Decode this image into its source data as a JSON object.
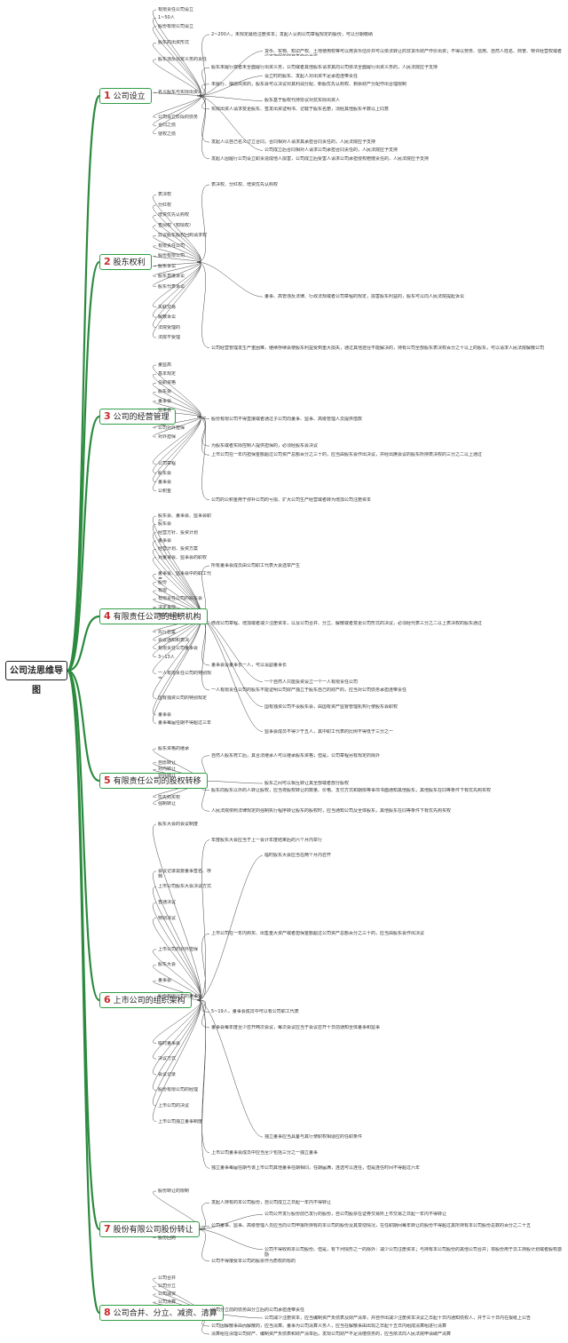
{
  "title": "公司法思维导图",
  "colors": {
    "branch_border": "#2f9e44",
    "number": "#c92a2a",
    "trunk": "#2b8a3e"
  },
  "branches": [
    {
      "num": "1",
      "label": "公司设立"
    },
    {
      "num": "2",
      "label": "股东权利"
    },
    {
      "num": "3",
      "label": "公司的经营管理"
    },
    {
      "num": "4",
      "label": "有限责任公司的组织机构"
    },
    {
      "num": "5",
      "label": "有限责任公司的股权转移"
    },
    {
      "num": "6",
      "label": "上市公司的组织架构"
    },
    {
      "num": "7",
      "label": "股份有限公司股份转让"
    },
    {
      "num": "8",
      "label": "公司合并、分立、减资、清算"
    }
  ],
  "nodes": {
    "b1": [
      "有限责任公司设立",
      "1~50人",
      "股份有限公司设立",
      "2~200人，未规定最低注册资本；发起人认购公司章程规定的股份，可以分期缴纳",
      "股东的出资形式",
      "货币、实物、知识产权、土地使用权等可以用货币估价并可以依法转让的非货币财产作价出资；不得以劳务、信用、自然人姓名、商誉、特许经营权或者设定担保的财产等作价出资",
      "股东违反出资义务的责任",
      "股东未履行或者未全面履行出资义务，公司或者其他股东请求其向公司依法全面履行出资义务的，人民法院应予支持",
      "设立时的股东、发起人对出资不足承担连带责任",
      "未履行、抽逃出资的，股东会可以决议对其利润分配、新股优先认购权、剩余财产分配作出合理限制",
      "名义股东与实际出资人",
      "股东基于股权代持协议对抗实际出资人",
      "实际出资人请求变更股东、签发出资证明书、记载于股东名册，须经其他股东半数以上同意",
      "公司设立阶段的债务",
      "合同之债",
      "侵权之债",
      "发起人以自己名义订立合同，合同相对人请求其承担合同责任的，人民法院应予支持",
      "公司成立后合同相对人请求公司承担合同责任的，人民法院应予支持",
      "发起人因履行公司设立职责造成他人损害，公司成立后受害人请求公司承担侵权赔偿责任的，人民法院应予支持"
    ],
    "b2": [
      "表决权、分红权、增资优先认购权",
      "表决权",
      "分红权",
      "增资优先认购权",
      "查阅权（知情权）",
      "异议股东股权回购请求权",
      "有限责任公司",
      "股份有限公司",
      "股东诉讼",
      "股东直接诉讼",
      "股东代表诉讼",
      "董事、高管违反法律、行政法规或者公司章程的规定，损害股东利益的，股东可以向人民法院提起诉讼",
      "关联交易",
      "解散诉讼",
      "法院受理的",
      "法院不受理",
      "公司经营管理发生严重困难，继续存续会使股东利益受到重大损失，通过其他途径不能解决的，持有公司全部股东表决权百分之十以上的股东，可以请求人民法院解散公司"
    ],
    "b3": [
      "董监高",
      "基本规定",
      "任职资格",
      "股东会",
      "董事会",
      "监事会",
      "股份有限公司不得直接或者通过子公司向董事、监事、高级管理人员提供借款",
      "公司对外担保",
      "对外担保",
      "为股东或者实际控制人提供担保的，必须经股东会决议",
      "上市公司在一年内担保金额超过公司资产总额百分之三十的，应当由股东会作出决议，并经出席会议的股东所持表决权的三分之二以上通过",
      "公司章程",
      "股东会",
      "董事会",
      "公积金",
      "公司的公积金用于弥补公司的亏损、扩大公司生产经营或者转为增加公司注册资本"
    ],
    "b4": [
      "股东会、董事会、监事会职权",
      "股东会",
      "经营方针、投资计划",
      "董事会",
      "经营计划、投资方案",
      "对董事会、监事会的职权",
      "所有董事会成员由公司职工代表大会选举产生",
      "董事会、监事会中的职工代表",
      "股份",
      "有限",
      "有限责任公司的股东会",
      "决定事项",
      "特别决议事项",
      "修改公司章程、增加或者减少注册资本，以及公司合并、分立、解散或者变更公司形式的决议，必须经代表三分之二以上表决权的股东通过",
      "先行召集",
      "会议通知和表决",
      "有限责任公司董事会",
      "3~13人",
      "董事会设董事长一人，可以设副董事长",
      "一人有限责任公司的特别规定",
      "一个自然人只能投资设立一个一人有限责任公司",
      "一人有限责任公司的股东不能证明公司财产独立于股东自己的财产的，应当对公司债务承担连带责任",
      "国有独资公司的特别规定",
      "国有独资公司不设股东会，由国有资产监督管理机构行使股东会职权",
      "董事会",
      "董事每届任期不得超过三年",
      "监事会成员不得少于五人，其中职工代表的比例不得低于三分之一"
    ],
    "b5": [
      "股东资格的继承",
      "自然人股东死亡后，其合法继承人可以继承股东资格；但是，公司章程另有规定的除外",
      "自愿转让",
      "对内转让",
      "对外转让",
      "股东之间可以相互转让其全部或者部分股权",
      "股东向股东以外的人转让股权，应当将股权转让的数量、价格、支付方式和期限等事项书面通知其他股东，其他股东在同等条件下有优先购买权",
      "优先购买权",
      "强制转让",
      "人民法院依照法律规定的强制执行程序转让股东的股权时，应当通知公司及全体股东，其他股东在同等条件下有优先购买权"
    ],
    "b6": [
      "股东大会的会议制度",
      "年度股东大会应当于上一会计年度结束后的六个月内举行",
      "临时股东大会应当在两个月内召开",
      "会议记录需要董事签名、存档",
      "上市公司股东大会决议方式",
      "普通决议",
      "特别决议",
      "上市公司在一年内购买、出售重大资产或者担保金额超过公司资产总额百分之三十的，应当由股东会作出决议",
      "上市公司的对外担保",
      "股东大会",
      "董事会",
      "股份有限公司的董事会",
      "5~19人，董事会成员中可以有公司职工代表",
      "董事会每年度至少召开两次会议，每次会议应当于会议召开十日前通知全体董事和监事",
      "临时董事会",
      "决议方式",
      "会议记录",
      "股份有限公司的经理",
      "上市公司的决议",
      "上市公司独立董事制度",
      "独立董事应当具备与其行使职权相适应的任职条件",
      "上市公司董事会成员中应当至少包括三分之一独立董事",
      "独立董事每届任期与该上市公司其他董事任期相同，任期届满，连选可以连任，但是连任时间不得超过六年"
    ],
    "b7": [
      "股份转让的限制",
      "发起人持有的本公司股份，自公司成立之日起一年内不得转让",
      "公司公开发行股份前已发行的股份，自公司股票在证券交易所上市交易之日起一年内不得转让",
      "公司董事、监事、高级管理人员应当向公司申报所持有的本公司的股份及其变动情况，在任职期间每年转让的股份不得超过其所持有本公司股份总数的百分之二十五",
      "股份回购",
      "公司不得收购本公司股份。但是，有下列情形之一的除外：减少公司注册资本；与持有本公司股份的其他公司合并；将股份用于员工持股计划或者股权激励",
      "公司不得接受本公司的股票作为质权的标的"
    ],
    "b8": [
      "公司合并",
      "公司分立",
      "公司减资",
      "公司清算",
      "公司分立前的债务由分立后的公司承担连带责任",
      "公司减少注册资本，应当编制资产负债表及财产清单，并自作出减少注册资本决议之日起十日内通知债权人，并于三十日内在报纸上公告",
      "公司因解散事由而解散的，应当清算。董事为公司清算义务人，应当在解散事由出现之日起十五日内组成清算组进行清算",
      "清算组在清理公司财产、编制资产负债表和财产清单后，发现公司财产不足清偿债务的，应当依法向人民法院申请破产清算"
    ]
  }
}
